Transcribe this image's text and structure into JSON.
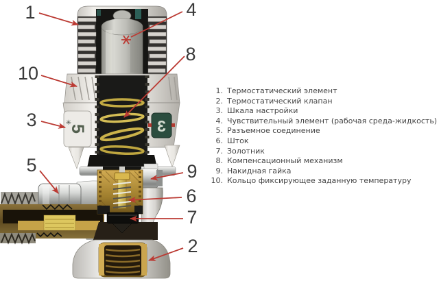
{
  "legend": {
    "items": [
      {
        "num": "1.",
        "text": "Термостатический элемент"
      },
      {
        "num": "2.",
        "text": "Термостатический клапан"
      },
      {
        "num": "3.",
        "text": "Шкала настройки"
      },
      {
        "num": "4.",
        "text": "Чувствительный элемент (рабочая среда-жидкость)"
      },
      {
        "num": "5.",
        "text": "Разъемное соединение"
      },
      {
        "num": "6.",
        "text": "Шток"
      },
      {
        "num": "7.",
        "text": "Золотник"
      },
      {
        "num": "8.",
        "text": "Компенсационный механизм"
      },
      {
        "num": "9.",
        "text": "Накидная гайка"
      },
      {
        "num": "10.",
        "text": "Кольцо фиксирующее заданную температуру"
      }
    ]
  },
  "callouts": {
    "labels": [
      "1",
      "2",
      "3",
      "4",
      "5",
      "6",
      "7",
      "8",
      "9",
      "10"
    ]
  },
  "valve": {
    "scale_left_label": "5",
    "scale_right_label": "3",
    "frost_symbol": "✳"
  },
  "colors": {
    "arrow": "#bb3a33",
    "legend_text": "#454545",
    "callout_text": "#3a3a3a",
    "head_plastic": "#e0ded9",
    "silver_element": "#bdbdb7",
    "teal_accent": "#2d6058",
    "spring_gold": "#c9b045",
    "brass": "#b08d3e",
    "chrome": "#c9cbc9",
    "scale_badge_green": "#2b4d3f",
    "poppet_black": "#0e0e0c"
  }
}
